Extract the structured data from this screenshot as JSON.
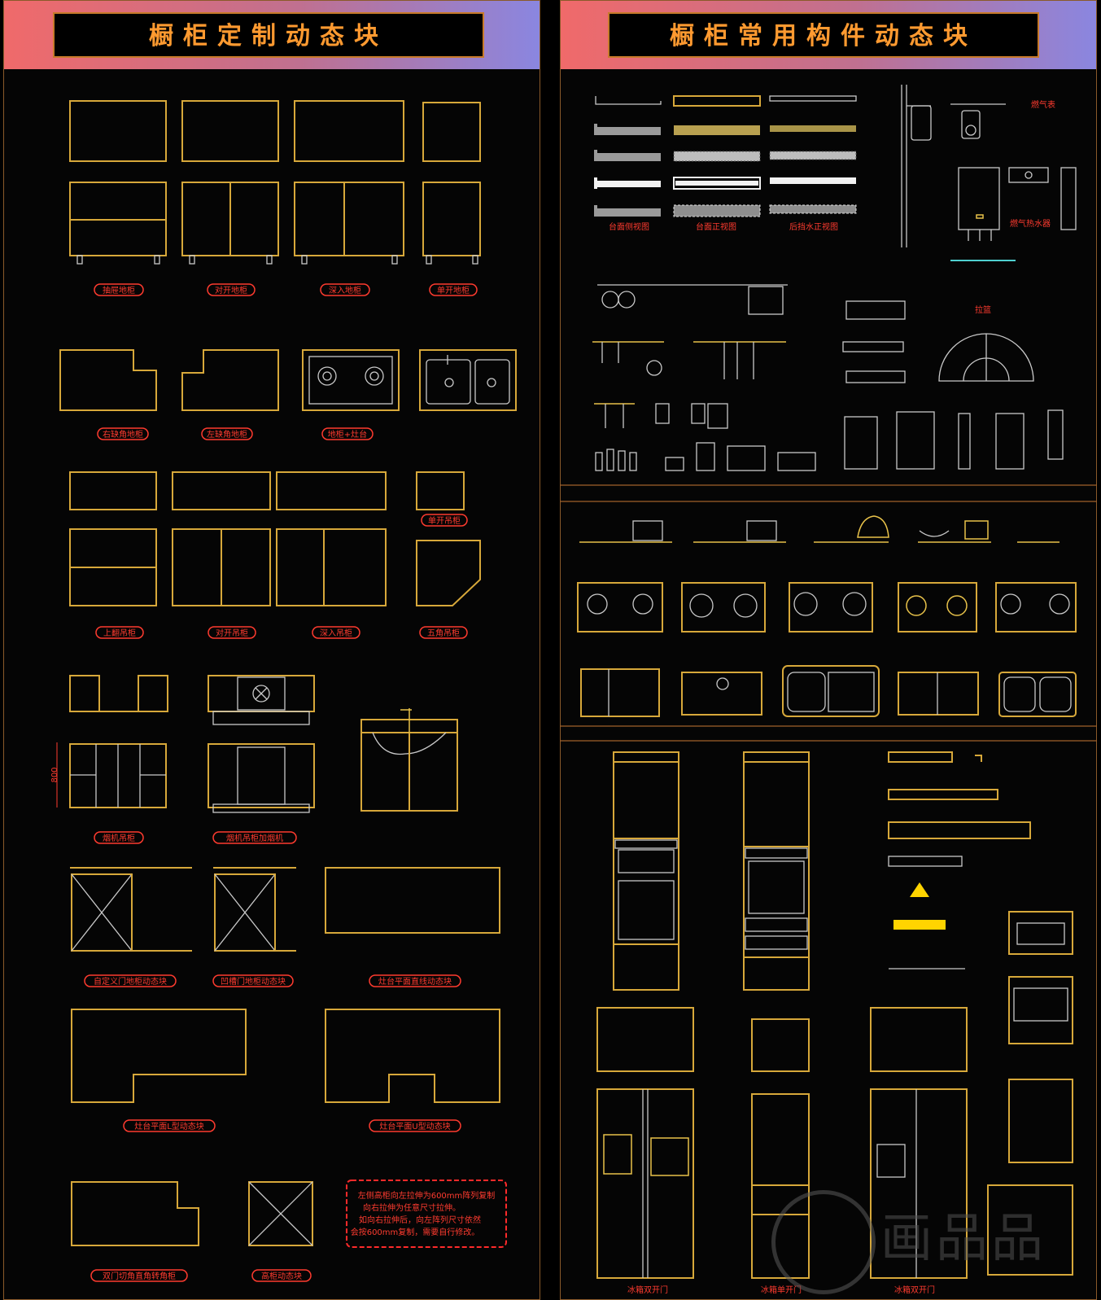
{
  "left_title": "橱柜定制动态块",
  "right_title": "橱柜常用构件动态块",
  "colors": {
    "line": "#d7a83a",
    "label": "#ff3b2f",
    "accent": "#ff9a30"
  },
  "left_labels": {
    "base_drawer": "抽屉地柜",
    "base_double": "对开地柜",
    "base_deep": "深入地柜",
    "base_single": "单开地柜",
    "right_corner": "右缺角地柜",
    "left_corner": "左缺角地柜",
    "base_stove": "地柜+灶台",
    "wall_single": "单开吊柜",
    "wall_flip": "上翻吊柜",
    "wall_double": "对开吊柜",
    "wall_deep": "深入吊柜",
    "wall_pent": "五角吊柜",
    "hood_wall": "烟机吊柜",
    "hood_wall_plus": "烟机吊柜加烟机",
    "dim_800": "800",
    "custom_door": "自定义门地柜动态块",
    "recess_door": "凹槽门地柜动态块",
    "counter_line": "灶台平面直线动态块",
    "counter_l": "灶台平面L型动态块",
    "counter_u": "灶台平面U型动态块",
    "double_corner": "双门切角直角转角柜",
    "tall": "高柜动态块"
  },
  "note": {
    "lines": [
      "左侧高柜向左拉伸为600mm阵列复制",
      "向右拉伸为任意尺寸拉伸。",
      "如向右拉伸后，向左阵列尺寸依然",
      "会按600mm复制，需要自行修改。"
    ]
  },
  "right_labels": {
    "counter_side": "台面侧视图",
    "counter_front": "台面正视图",
    "backsplash_front": "后挡水正视图",
    "gas_meter": "燃气表",
    "water_heater": "燃气热水器",
    "basket": "拉篮",
    "fridge_a": "冰箱双开门",
    "fridge_b": "冰箱单开门",
    "fridge_c": "冰箱双开门"
  },
  "watermark": "画品品"
}
